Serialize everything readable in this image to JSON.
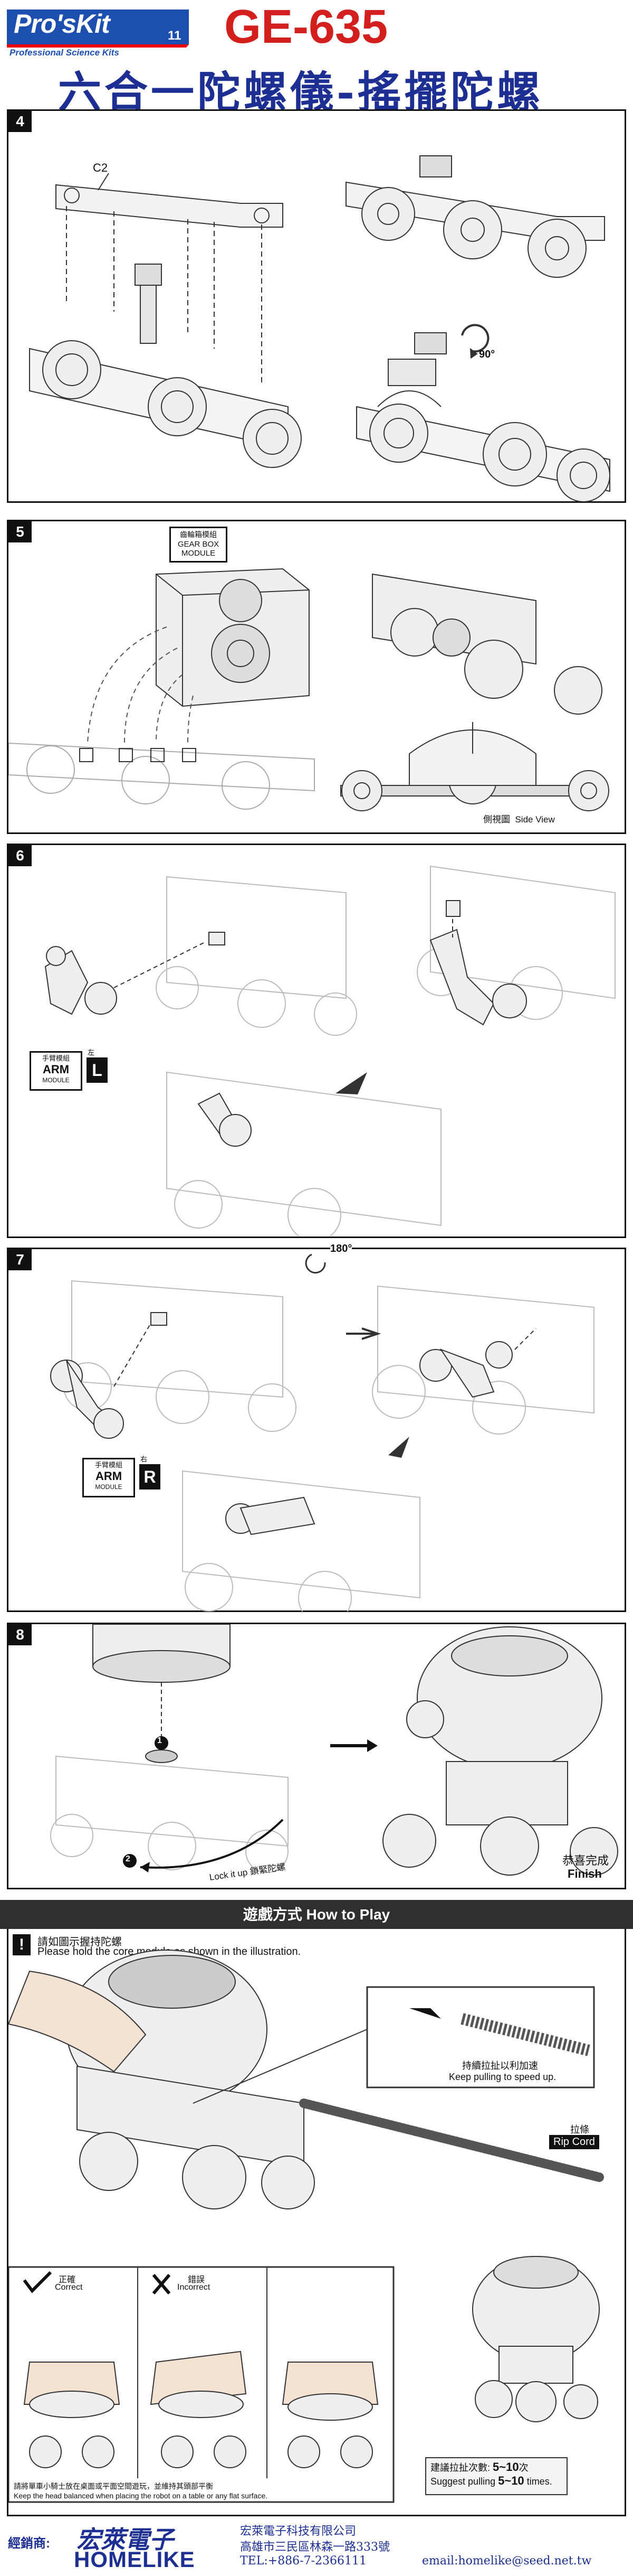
{
  "header": {
    "brand": "Pro'sKit",
    "brand_num": "11",
    "brand_sub": "Professional Science Kits",
    "model": "GE-635",
    "title_cn": "六合一陀螺儀-搖擺陀螺"
  },
  "steps": [
    {
      "num": "4",
      "part_label": "C2",
      "rotate_label": "90°"
    },
    {
      "num": "5",
      "module_cn": "齒輪箱模組",
      "module_en1": "GEAR BOX",
      "module_en2": "MODULE",
      "sideview_cn": "側視圖",
      "sideview_en": "Side View"
    },
    {
      "num": "6",
      "arm_cn": "手臂模組",
      "arm_en1": "ARM",
      "arm_en2": "MODULE",
      "side_cn": "左",
      "side_en": "L"
    },
    {
      "num": "7",
      "rotate_label": "180°",
      "arm_cn": "手臂模組",
      "arm_en1": "ARM",
      "arm_en2": "MODULE",
      "side_cn": "右",
      "side_en": "R"
    },
    {
      "num": "8",
      "marker1": "1",
      "marker2": "2",
      "lock_label": "Lock it up 鎖緊陀螺",
      "finish_cn": "恭喜完成",
      "finish_en": "Finish"
    }
  ],
  "howto": {
    "heading": "遊戲方式 How to Play",
    "warn_icon": "!",
    "instr_cn": "請如圖示握持陀螺",
    "instr_en": "Please hold the core module as shown in the illustration.",
    "pull_cn": "持續拉扯以利加速",
    "pull_en": "Keep pulling to speed up.",
    "ripcord_cn": "拉條",
    "ripcord_en": "Rip Cord",
    "correct_cn": "正確",
    "correct_en": "Correct",
    "incorrect_cn": "錯誤",
    "incorrect_en": "Incorrect",
    "balance_cn": "請將單車小騎士放在桌面或平面空間遊玩，並維持其頭部平衡",
    "balance_en": "Keep the head balanced when placing the robot on a table or any flat surface.",
    "suggest_cn": "建議拉扯次數:",
    "suggest_cn_val": "5~10",
    "suggest_cn_unit": "次",
    "suggest_en": "Suggest pulling",
    "suggest_en_val": "5~10",
    "suggest_en_unit": "times."
  },
  "footer": {
    "dist_label": "經銷商:",
    "logo_cn": "宏萊電子",
    "logo_en": "HOMELIKE",
    "company": "宏萊電子科技有限公司",
    "address": "高雄市三民區林森一路333號",
    "tel": "TEL:+886-7-2366111",
    "email": "email:homelike@seed.net.tw"
  }
}
